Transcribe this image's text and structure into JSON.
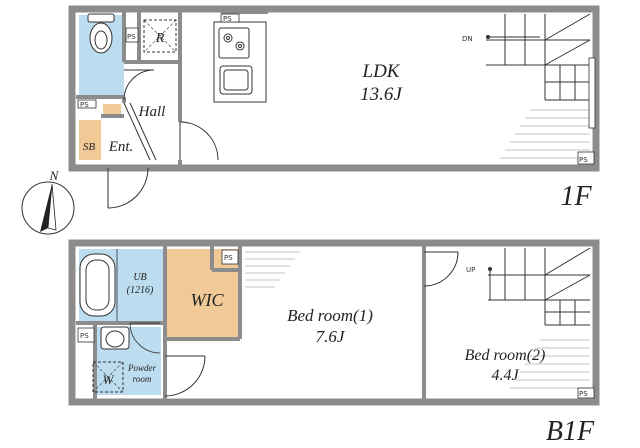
{
  "floor_1f": {
    "floor_label": "1F",
    "ldk_label": "LDK",
    "ldk_area": "13.6J",
    "hall_label": "Hall",
    "ent_label": "Ent.",
    "sb_label": "SB",
    "r_label": "R",
    "dn_label": "DN",
    "ps_labels": [
      "PS",
      "PS",
      "PS",
      "PS"
    ]
  },
  "floor_b1f": {
    "floor_label": "B1F",
    "ub_label": "UB",
    "ub_size": "(1216)",
    "wic_label": "WIC",
    "bed1_label": "Bed room(1)",
    "bed1_area": "7.6J",
    "bed2_label": "Bed room(2)",
    "bed2_area": "4.4J",
    "powder_label_1": "Powder",
    "powder_label_2": "room",
    "w_label": "W",
    "up_label": "UP",
    "ps_labels": [
      "PS",
      "PS",
      "PS"
    ]
  },
  "compass_label": "N",
  "colors": {
    "wall": "#8c8c8c",
    "bath_blue": "#bcdcf0",
    "storage_tan": "#f0c996",
    "line": "#333333"
  }
}
